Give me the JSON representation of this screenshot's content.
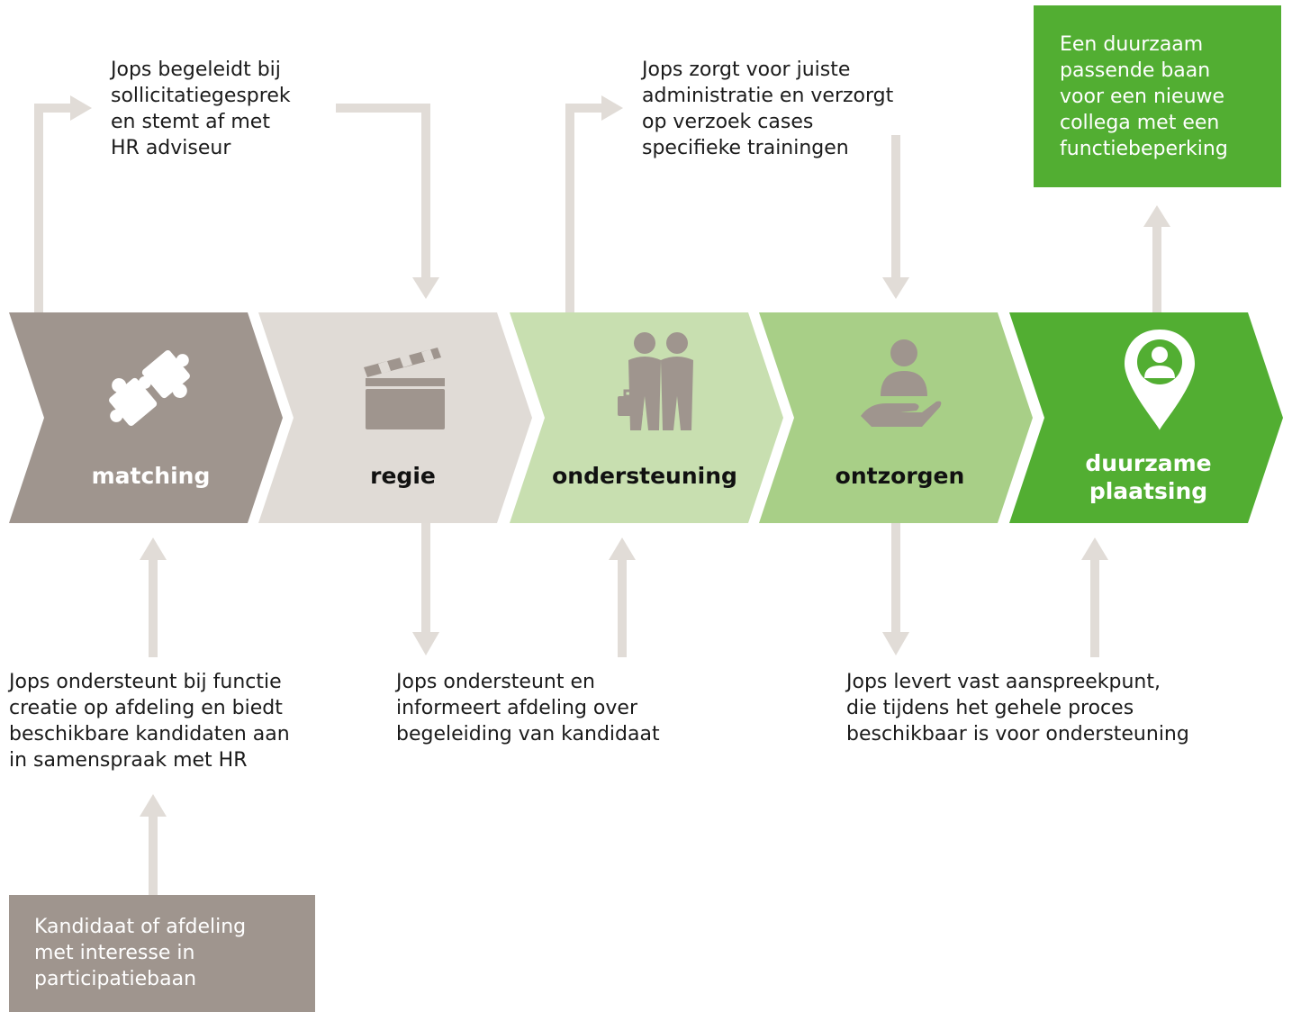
{
  "steps": [
    {
      "label": "matching",
      "icon": "puzzle-icon"
    },
    {
      "label": "regie",
      "icon": "clapperboard-icon"
    },
    {
      "label": "ondersteuning",
      "icon": "two-people-icon"
    },
    {
      "label": "ontzorgen",
      "icon": "person-in-hand-icon"
    },
    {
      "label": "duurzame\nplaatsing",
      "icon": "location-pin-person-icon"
    }
  ],
  "notes": {
    "matching_top": "Jops begeleidt bij\nsollicitatiegesprek\nen stemt af met\nHR adviseur",
    "ondersteuning_top": "Jops zorgt voor juiste\nadministratie en verzorgt\nop verzoek cases\nspecifieke trainingen",
    "matching_bottom": "Jops ondersteunt bij functie\ncreatie op afdeling en biedt\nbeschikbare kandidaten aan\nin samenspraak met HR",
    "regie_bottom": "Jops ondersteunt en\ninformeert afdeling over\nbegeleiding van kandidaat",
    "ontzorgen_bottom": "Jops levert vast aanspreekpunt,\ndie tijdens het gehele proces\nbeschikbaar is voor ondersteuning"
  },
  "start_box": "Kandidaat of afdeling\nmet interesse in\nparticipatiebaan",
  "end_box": "Een duurzaam\npassende baan\nvoor een nieuwe\ncollega met een\nfunctiebeperking",
  "colors": {
    "matching": "#9f958e",
    "regie": "#e0dbd6",
    "ondersteuning": "#c8dfb0",
    "ontzorgen": "#a8cf87",
    "duurzame": "#52ae32",
    "connector": "#e1dcd7",
    "icon_grey": "#9f958e"
  }
}
